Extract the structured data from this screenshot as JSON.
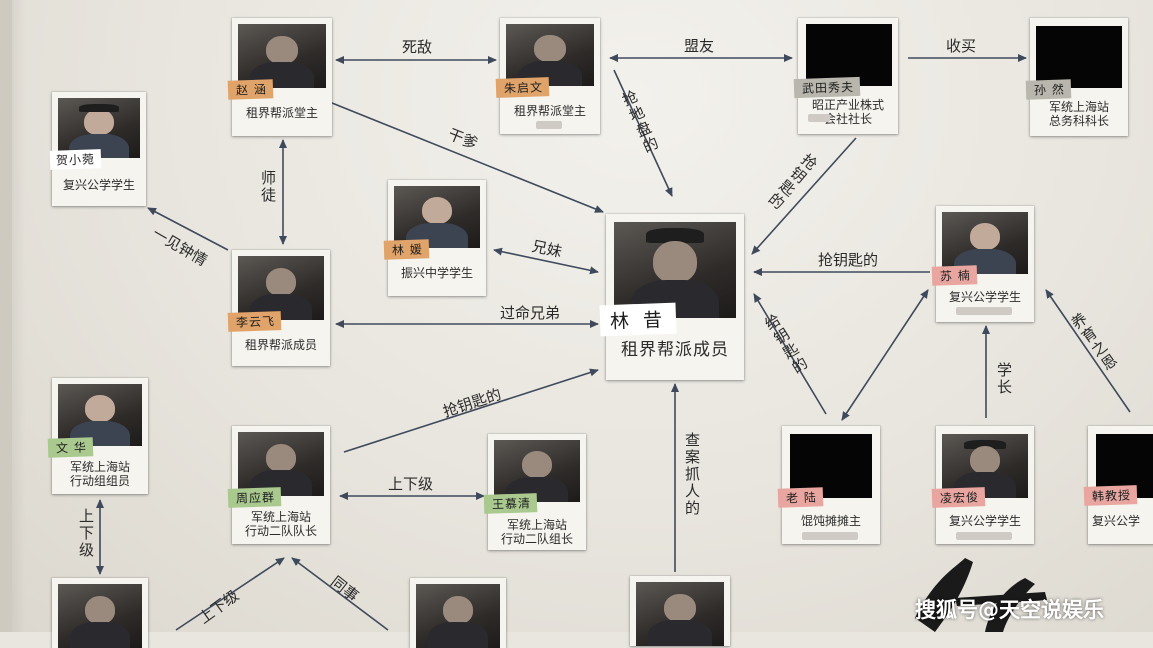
{
  "nodes": {
    "zhaohan": {
      "name": "赵 涵",
      "desc": "租界帮派堂主"
    },
    "zhuqiwen": {
      "name": "朱启文",
      "desc": "租界帮派堂主"
    },
    "wutian": {
      "name": "武田秀夫",
      "desc_l1": "昭正产业株式",
      "desc_l2": "会社社长"
    },
    "sunran": {
      "name": "孙 然",
      "desc_l1": "军统上海站",
      "desc_l2": "总务科科长"
    },
    "hexiaowan": {
      "name": "贺小菀",
      "desc": "复兴公学学生"
    },
    "linyuan": {
      "name": "林 媛",
      "desc": "振兴中学学生"
    },
    "linxi": {
      "name": "林 昔",
      "desc": "租界帮派成员"
    },
    "sunan": {
      "name": "苏 楠",
      "desc": "复兴公学学生"
    },
    "liyunfei": {
      "name": "李云飞",
      "desc": "租界帮派成员"
    },
    "wenhua": {
      "name": "文 华",
      "desc_l1": "军统上海站",
      "desc_l2": "行动组组员"
    },
    "zhouyingqun": {
      "name": "周应群",
      "desc_l1": "军统上海站",
      "desc_l2": "行动二队队长"
    },
    "wangmuqing": {
      "name": "王慕清",
      "desc_l1": "军统上海站",
      "desc_l2": "行动二队组长"
    },
    "laolu": {
      "name": "老 陆",
      "desc": "馄饨摊摊主"
    },
    "linghongjun": {
      "name": "凌宏俊",
      "desc": "复兴公学学生"
    },
    "hanjiaoshou": {
      "name": "韩教授",
      "desc": "复兴公学"
    }
  },
  "relations": {
    "sidi": "死敌",
    "mengyou": "盟友",
    "shoumai": "收买",
    "qiangdipan": "抢地盘的",
    "gandie": "干爹",
    "shitu": "师徒",
    "xiongmei": "兄妹",
    "qiangyaoshi1": "抢钥匙的",
    "qiangyaoshi2": "抢钥匙的",
    "qiangyaoshi3": "抢钥匙的",
    "yijianzhongqing": "一见钟情",
    "guomingxiongdi": "过命兄弟",
    "geiyaoshide": "给钥匙的",
    "yangyuzhien": "养育之恩",
    "xuezhang": "学长",
    "shangxiaji1": "上下级",
    "shangxiaji2": "上下级",
    "shangxiaji3": "上下级",
    "chaanzhuaren": "查案抓人的",
    "tongshi": "同事"
  },
  "watermark": "搜狐号@天空说娱乐",
  "colors": {
    "arrow": "#3e4a5c",
    "board": "#ebe8e1"
  }
}
